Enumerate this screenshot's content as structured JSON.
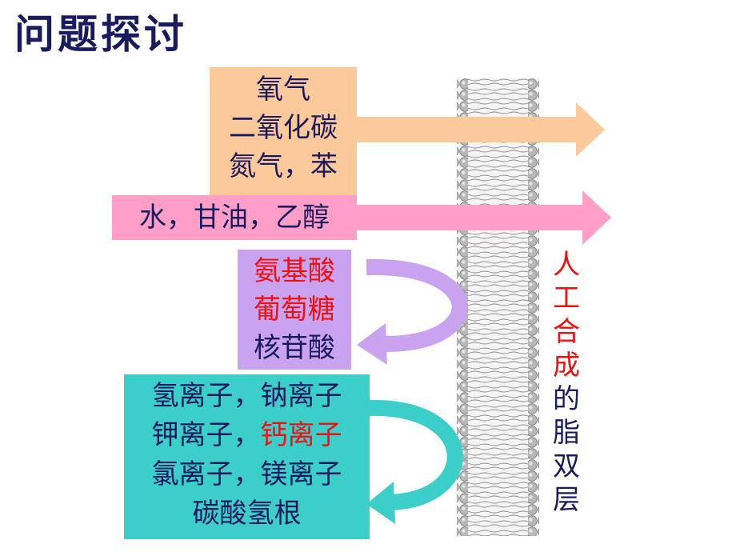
{
  "title": "问题探讨",
  "gases_box": {
    "lines": [
      "氧气",
      "二氧化碳",
      "氮气，苯"
    ]
  },
  "water_box": {
    "text": "水，甘油，乙醇"
  },
  "organic_box": {
    "lines": [
      {
        "text": "氨基酸",
        "color": "#ee1111"
      },
      {
        "text": "葡萄糖",
        "color": "#ee1111"
      },
      {
        "text": "核苷酸",
        "color": "#1a1a5e"
      }
    ]
  },
  "ions_box": {
    "line1": "氢离子，钠离子",
    "line2_a": "钾离子，",
    "line2_b": "钙离子",
    "line3": "氯离子，镁离子",
    "line4": "碳酸氢根"
  },
  "side_label": {
    "red_chars": [
      "人",
      "工",
      "合",
      "成"
    ],
    "dark_chars": [
      "的",
      "脂",
      "双",
      "层"
    ]
  },
  "colors": {
    "gases_fill": "#fcc99a",
    "water_fill": "#ff9ec7",
    "organic_fill": "#c9a3f0",
    "ions_fill": "#3ccfc9",
    "title_color": "#1a1a5e",
    "highlight": "#ee1111"
  },
  "icons": [
    "arrow-right-icon",
    "curved-arrow-back-icon",
    "lipid-bilayer-icon"
  ]
}
